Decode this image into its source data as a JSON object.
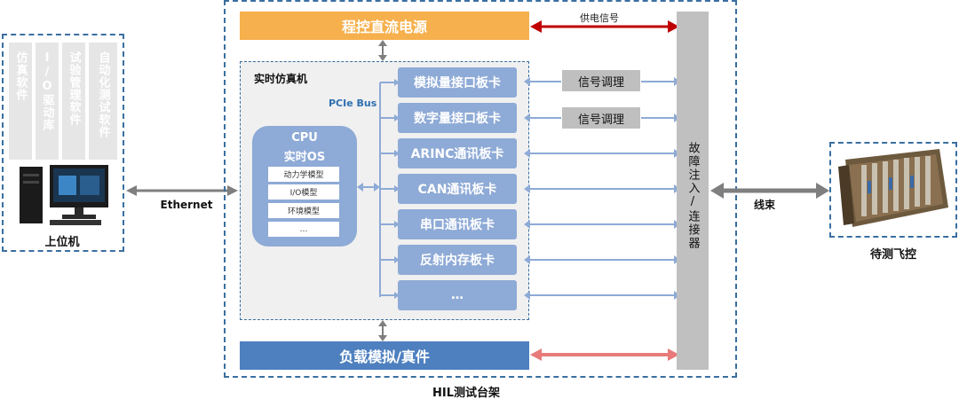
{
  "host": {
    "software": [
      "仿真软件",
      "I/O驱动库",
      "试验管理软件",
      "自动化测试软件"
    ],
    "label": "上位机",
    "ethernet": "Ethernet"
  },
  "rack": {
    "label": "HIL测试台架",
    "power": "程控直流电源",
    "power_signal": "供电信号",
    "load": "负载模拟/真件",
    "connector": "故障注入/连接器",
    "harness": "线束"
  },
  "simulator": {
    "title": "实时仿真机",
    "bus": "PCIe Bus",
    "cpu_title": "CPU",
    "cpu_os": "实时OS",
    "models": [
      "动力学模型",
      "I/O模型",
      "环境模型",
      "…"
    ],
    "cards": [
      "模拟量接口板卡",
      "数字量接口板卡",
      "ARINC通讯板卡",
      "CAN通讯板卡",
      "串口通讯板卡",
      "反射内存板卡",
      "…"
    ],
    "conditioning": [
      "信号调理",
      "信号调理"
    ]
  },
  "dut": {
    "label": "待测飞控"
  },
  "colors": {
    "dashed_border": "#3a6fa0",
    "power_box": "#f6b04d",
    "load_box": "#4e80c0",
    "card": "#8eaad6",
    "cpu": "#8eaad6",
    "connector": "#c0c0c0",
    "power_arrow": "#c00000",
    "load_arrow": "#e87a7a",
    "link_arrow": "#8eaad6",
    "grey_arrow": "#7f7f7f"
  }
}
